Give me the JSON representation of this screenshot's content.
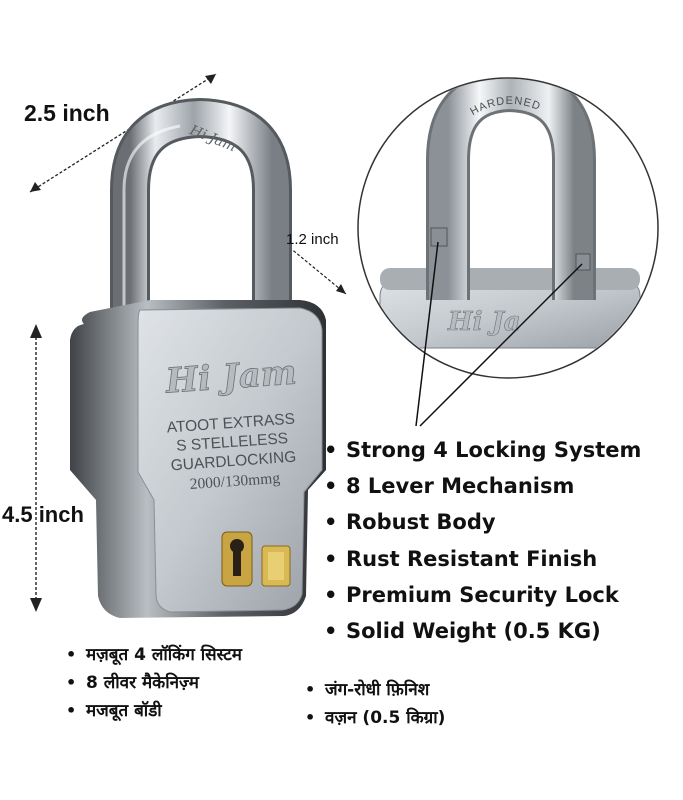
{
  "dimensions": {
    "width": "2.5 inch",
    "shackle": "1.2 inch",
    "height": "4.5 inch"
  },
  "lock": {
    "brand": "Hi Jam",
    "engraving": [
      "ATOOT EXTRASS",
      "S STELLELESS",
      "GUARDLOCKING",
      "2000/130mmg"
    ],
    "shackle_stamp": "HARDENED"
  },
  "features": [
    "Strong 4 Locking System",
    "8 Lever Mechanism",
    "Robust Body",
    "Rust Resistant Finish",
    "Premium Security Lock",
    "Solid Weight (0.5 KG)"
  ],
  "features_hindi_left": [
    "मज़बूत 4 लॉकिंग सिस्टम",
    "8 लीवर मैकेनिज़्म",
    "मजबूत बॉडी"
  ],
  "features_hindi_right": [
    "जंग-रोधी फ़िनिश",
    "वज़न (0.5 किग्रा)"
  ]
}
